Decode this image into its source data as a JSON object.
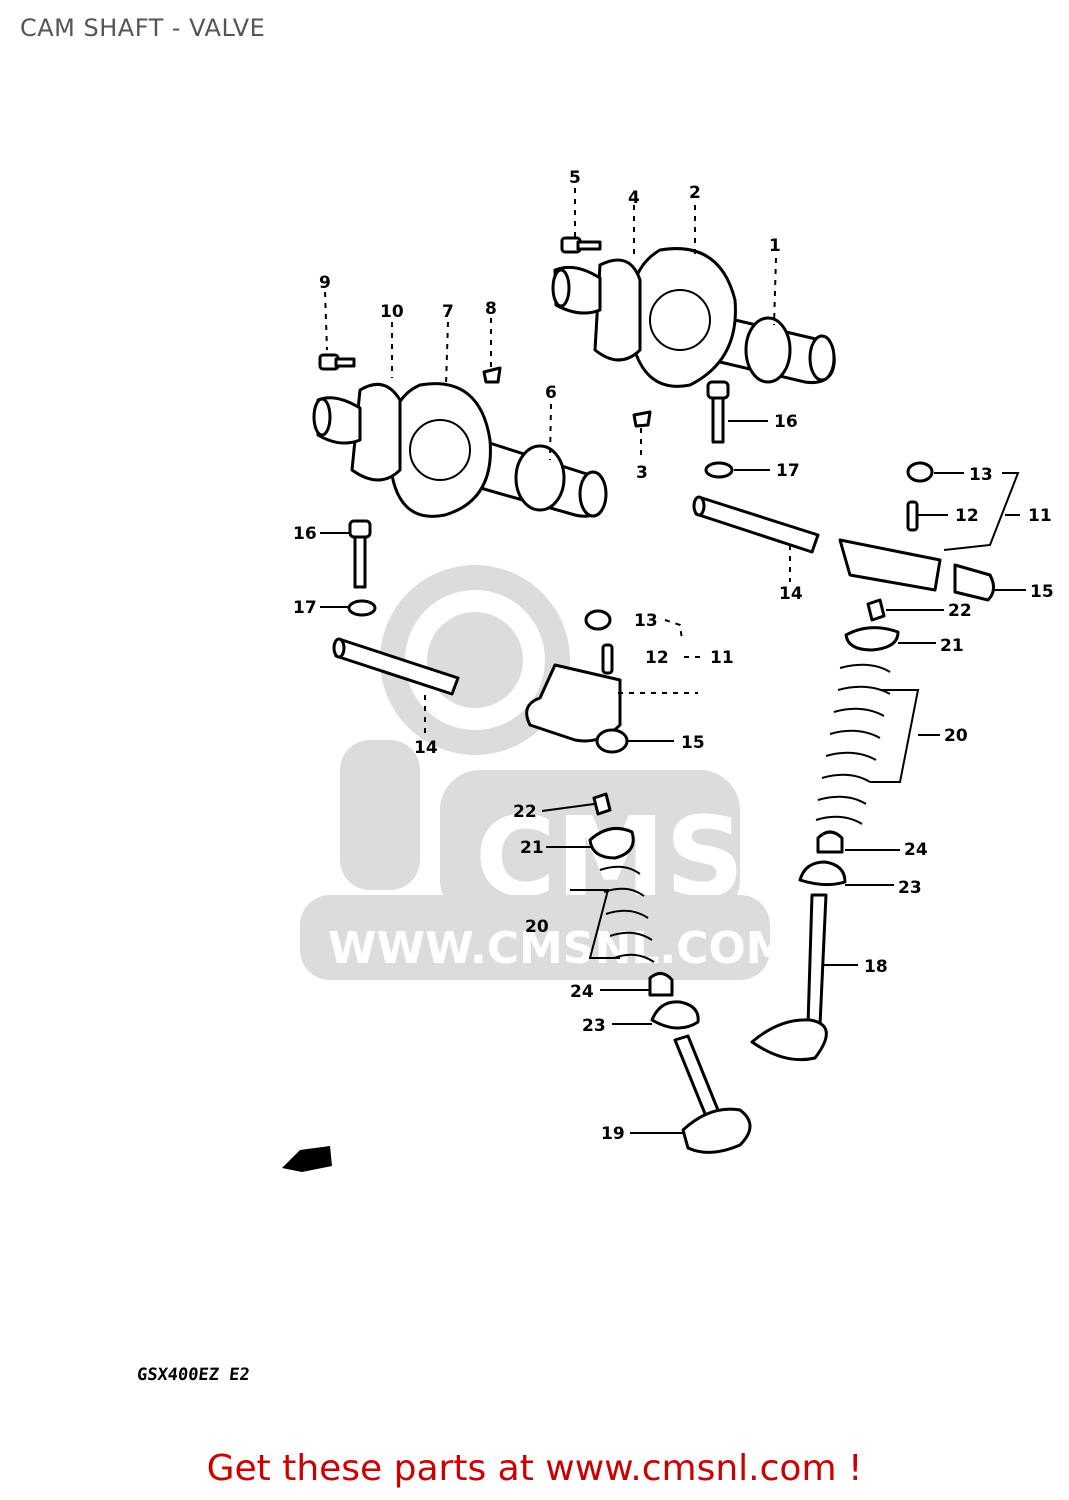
{
  "title": "CAM SHAFT - VALVE",
  "model_code": "GSX400EZ E2",
  "footer": "Get these parts at www.cmsnl.com !",
  "watermark": {
    "logo": "CMS",
    "url": "WWW.CMSNL.COM"
  },
  "callouts": {
    "c1": "1",
    "c2": "2",
    "c3": "3",
    "c4": "4",
    "c5": "5",
    "c6": "6",
    "c7": "7",
    "c8": "8",
    "c9": "9",
    "c10": "10",
    "c11a": "11",
    "c11b": "11",
    "c12a": "12",
    "c12b": "12",
    "c13a": "13",
    "c13b": "13",
    "c14a": "14",
    "c14b": "14",
    "c15a": "15",
    "c15b": "15",
    "c16a": "16",
    "c16b": "16",
    "c17a": "17",
    "c17b": "17",
    "c18": "18",
    "c19": "19",
    "c20a": "20",
    "c20b": "20",
    "c21a": "21",
    "c21b": "21",
    "c22a": "22",
    "c22b": "22",
    "c23a": "23",
    "c23b": "23",
    "c24a": "24",
    "c24b": "24"
  },
  "colors": {
    "title": "#555555",
    "footer": "#cc0000",
    "line": "#000000",
    "watermark": "#dcdcdc"
  }
}
